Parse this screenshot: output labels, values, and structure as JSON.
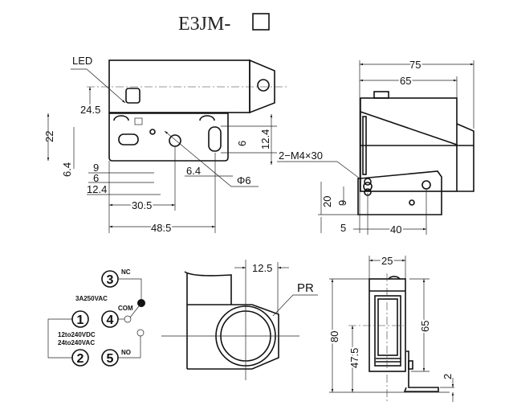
{
  "title": "E3JM-",
  "front_view": {
    "led_label": "LED",
    "dims": {
      "d24_5": "24.5",
      "d22": "22",
      "d6_4_left": "6.4",
      "d9": "9",
      "d6_bottom": "6",
      "d12_4_bottom": "12.4",
      "d30_5": "30.5",
      "d48_5": "48.5",
      "d6_4_right": "6.4",
      "phi6": "Φ6",
      "d6_right": "6",
      "d12_4_right": "12.4"
    }
  },
  "side_view": {
    "screw_label": "2−M4×30",
    "dims": {
      "d75": "75",
      "d65": "65",
      "d20": "20",
      "d9": "9",
      "d5": "5",
      "d40": "40"
    }
  },
  "wiring": {
    "terminals": [
      "1",
      "2",
      "3",
      "4",
      "5"
    ],
    "nc": "NC",
    "com": "COM",
    "no": "NO",
    "rating": "3A250VAC",
    "supply_dc": "12to240VDC",
    "supply_ac": "24to240VAC"
  },
  "lens_view": {
    "d12_5": "12.5",
    "pr_label": "PR"
  },
  "end_view": {
    "d25": "25",
    "d80": "80",
    "d47_5": "47.5",
    "d65": "65",
    "d2": "2"
  }
}
